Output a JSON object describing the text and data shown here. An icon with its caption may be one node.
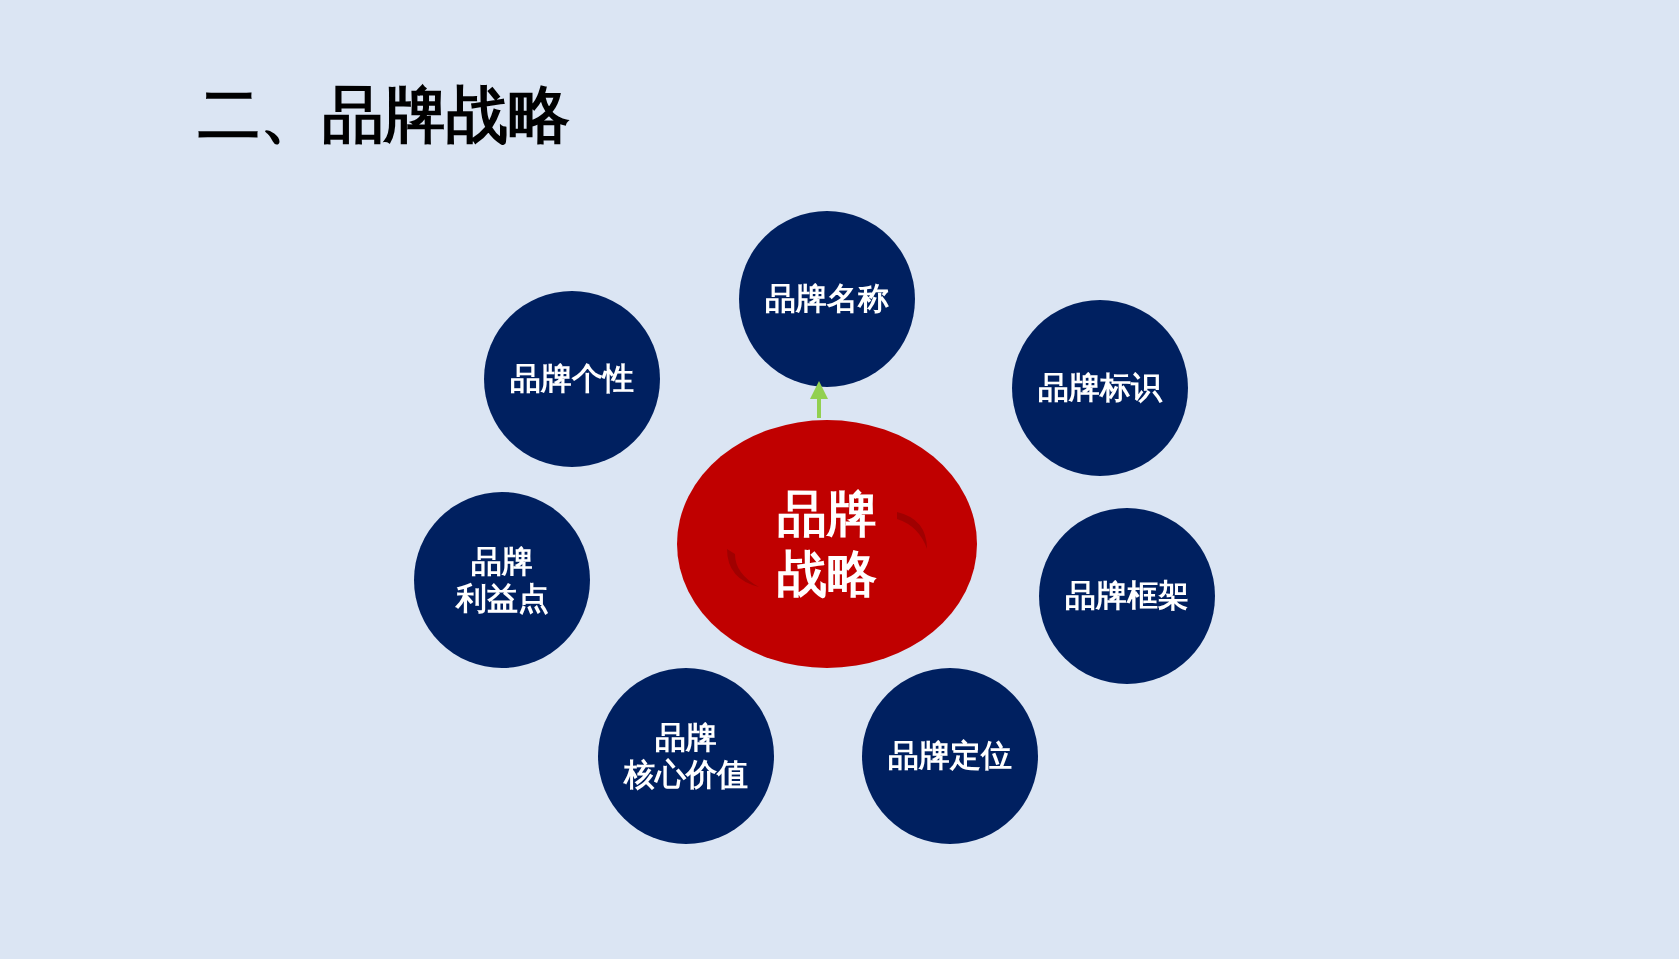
{
  "diagram": {
    "title": "二、品牌战略",
    "nodes": [
      {
        "text": [
          "品牌战略"
        ]
      },
      {
        "text": [
          "品牌名称"
        ]
      },
      {
        "text": [
          "品牌标识"
        ]
      },
      {
        "text": [
          "品牌框架"
        ]
      },
      {
        "text": [
          "品牌定位"
        ]
      },
      {
        "text": [
          "品牌核心价值"
        ]
      },
      {
        "text": [
          "品牌利益点"
        ]
      },
      {
        "text": [
          "品牌个性"
        ]
      }
    ],
    "edges": [
      {
        "from": 0,
        "to": 1,
        "arrow": "to",
        "color": "#92d050"
      }
    ]
  }
}
